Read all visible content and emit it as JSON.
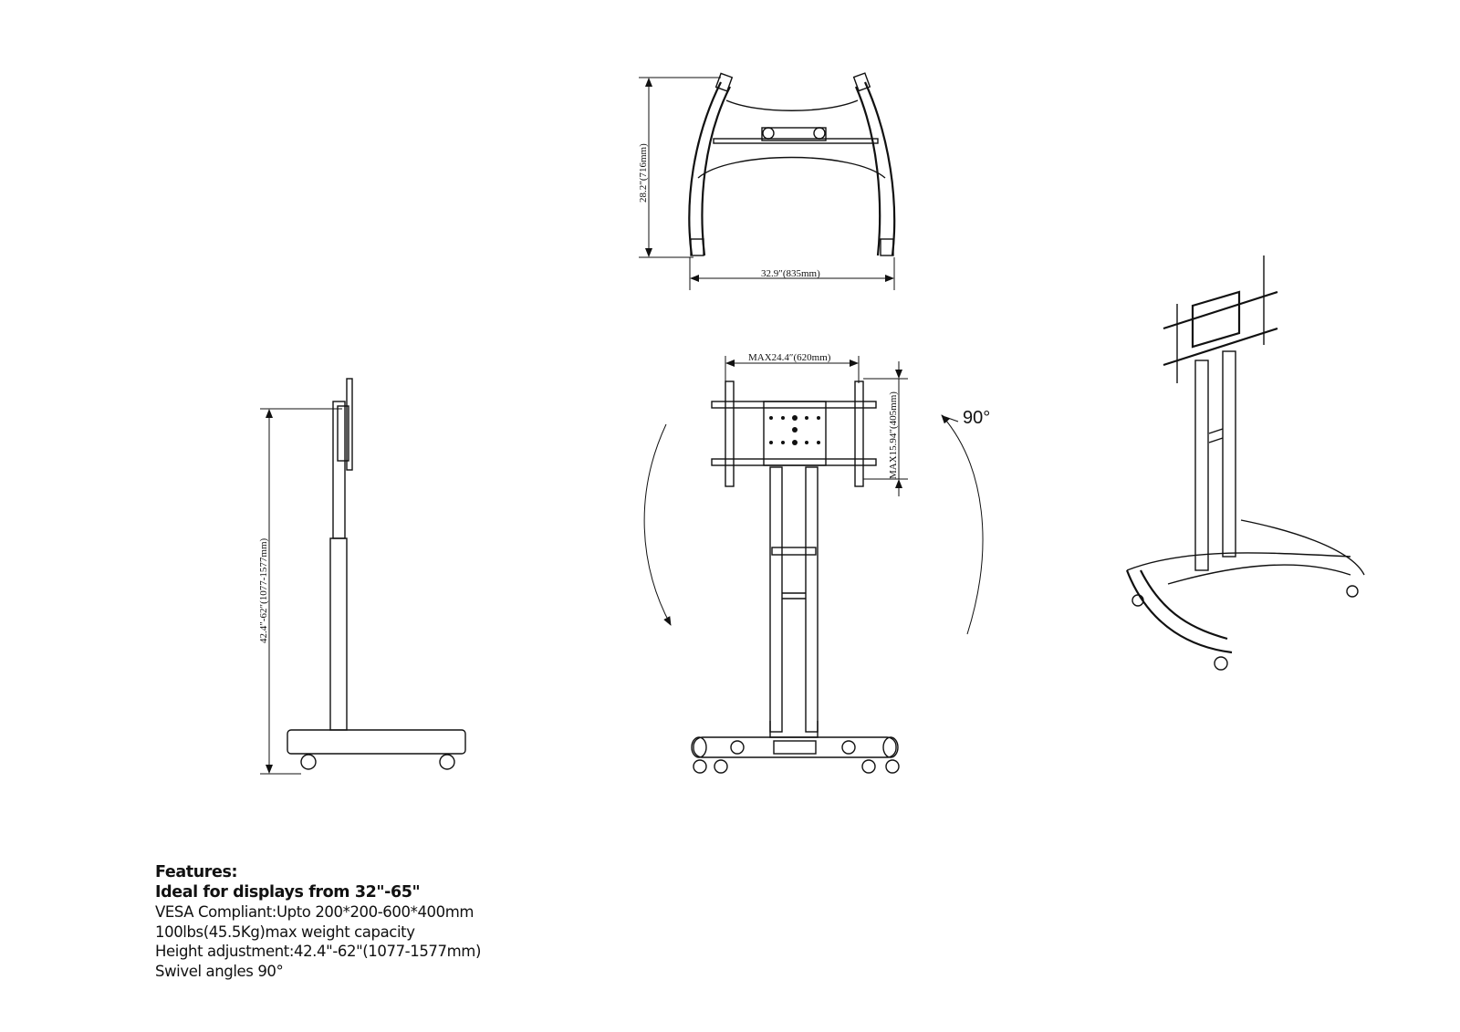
{
  "dimensions": {
    "top_height": "28.2″(716mm)",
    "top_width": "32.9″(835mm)",
    "vesa_width": "MAX24.4″(620mm)",
    "vesa_height": "MAX15.94″(405mm)",
    "swivel": "90°",
    "side_height": "42.4″-62″(1077-1577mm)"
  },
  "features": {
    "heading": "Features:",
    "items": [
      "Ideal for displays from 32\"-65\"",
      "VESA Compliant:Upto 200*200-600*400mm",
      "100lbs(45.5Kg)max weight capacity",
      "Height adjustment:42.4\"-62\"(1077-1577mm)",
      "Swivel angles 90°"
    ]
  }
}
